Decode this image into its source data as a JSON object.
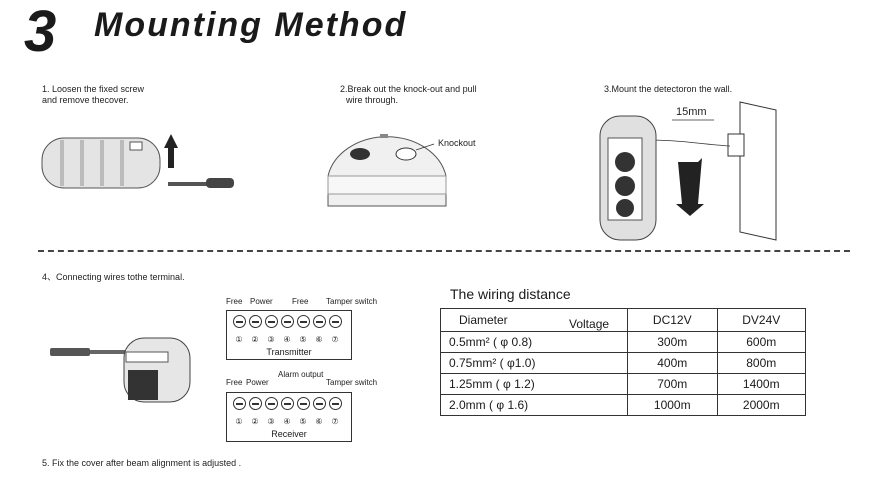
{
  "header": {
    "number": "3",
    "title": "Mounting Method"
  },
  "steps": {
    "s1": [
      "1. Loosen the fixed screw",
      "and remove thecover."
    ],
    "s2": [
      "2.Break out the knock-out and pull",
      "wire through."
    ],
    "s2_knockout": "Knockout",
    "s3": "3.Mount the detectoron the wall.",
    "s3_dim": "15mm",
    "s4": "4、Connecting wires tothe terminal.",
    "s5": "5. Fix the cover after beam alignment is adjusted ."
  },
  "transmitter": {
    "labels": [
      "Free",
      "Power",
      "Free",
      "Tamper switch"
    ],
    "numbers": [
      "①",
      "②",
      "③",
      "④",
      "⑤",
      "⑥",
      "⑦"
    ],
    "name": "Transmitter"
  },
  "receiver": {
    "labels": [
      "Free",
      "Power",
      "Alarm output",
      "Tamper switch"
    ],
    "numbers": [
      "①",
      "②",
      "③",
      "④",
      "⑤",
      "⑥",
      "⑦"
    ],
    "name": "Receiver"
  },
  "wiring": {
    "title": "The wiring distance",
    "header": {
      "diameter": "Diameter",
      "voltage": "Voltage",
      "dc12": "DC12V",
      "dv24": "DV24V"
    },
    "rows": [
      {
        "diameter": "0.5mm² ( φ 0.8)",
        "dc12": "300m",
        "dv24": "600m"
      },
      {
        "diameter": "0.75mm² ( φ1.0)",
        "dc12": "400m",
        "dv24": "800m"
      },
      {
        "diameter": "1.25mm ( φ 1.2)",
        "dc12": "700m",
        "dv24": "1400m"
      },
      {
        "diameter": "2.0mm ( φ 1.6)",
        "dc12": "1000m",
        "dv24": "2000m"
      }
    ]
  }
}
